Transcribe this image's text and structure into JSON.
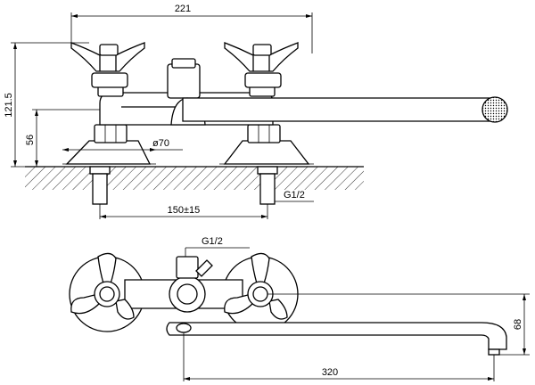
{
  "dimensions": {
    "total_width": "221",
    "height": "121.5",
    "mount_height": "56",
    "flange_diameter": "ø70",
    "center_distance": "150±15",
    "inlet_thread": "G1/2",
    "top_thread": "G1/2",
    "spout_offset": "68",
    "spout_length": "320"
  },
  "colors": {
    "line": "#000000",
    "background": "#ffffff"
  }
}
